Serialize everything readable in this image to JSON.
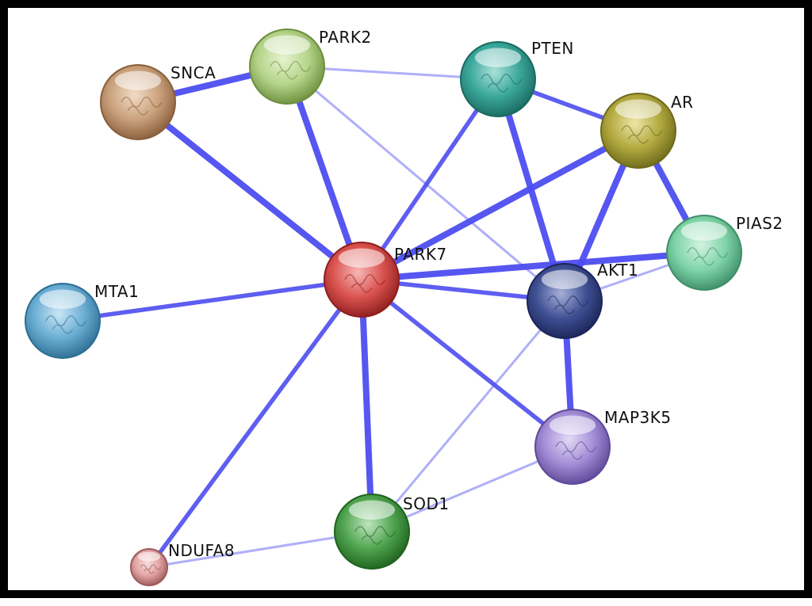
{
  "network": {
    "nodes": [
      {
        "id": "PARK7",
        "label": "PARK7",
        "color": "#d9534f",
        "light": "#f7b7b7",
        "dark": "#8f1e1e"
      },
      {
        "id": "SNCA",
        "label": "SNCA",
        "color": "#c9a17c",
        "light": "#f1dcc6",
        "dark": "#8a5f3b"
      },
      {
        "id": "PARK2",
        "label": "PARK2",
        "color": "#b5d48a",
        "light": "#e6f3cf",
        "dark": "#6d8f3d"
      },
      {
        "id": "PTEN",
        "label": "PTEN",
        "color": "#3aa79b",
        "light": "#a9e1da",
        "dark": "#1b6a61"
      },
      {
        "id": "AR",
        "label": "AR",
        "color": "#b3a93f",
        "light": "#ece6a7",
        "dark": "#6e6a1b"
      },
      {
        "id": "PIAS2",
        "label": "PIAS2",
        "color": "#7fd4a8",
        "light": "#d2f2e1",
        "dark": "#3f8f69"
      },
      {
        "id": "AKT1",
        "label": "AKT1",
        "color": "#3e4f92",
        "light": "#a7b1d9",
        "dark": "#1c2559"
      },
      {
        "id": "MTA1",
        "label": "MTA1",
        "color": "#6aaed4",
        "light": "#cbe6f5",
        "dark": "#2e6e93"
      },
      {
        "id": "MAP3K5",
        "label": "MAP3K5",
        "color": "#a38dd6",
        "light": "#e2d9f5",
        "dark": "#5e4899"
      },
      {
        "id": "SOD1",
        "label": "SOD1",
        "color": "#4fa34f",
        "light": "#bfe5bf",
        "dark": "#1f631f"
      },
      {
        "id": "NDUFA8",
        "label": "NDUFA8",
        "color": "#e3a3a3",
        "light": "#f7dede",
        "dark": "#9d5c5c"
      }
    ],
    "edges": [
      {
        "source": "PARK7",
        "target": "SNCA",
        "strength": "strong"
      },
      {
        "source": "PARK7",
        "target": "PARK2",
        "strength": "strong"
      },
      {
        "source": "PARK7",
        "target": "PTEN",
        "strength": "medium"
      },
      {
        "source": "PARK7",
        "target": "AR",
        "strength": "strong"
      },
      {
        "source": "PARK7",
        "target": "PIAS2",
        "strength": "strong"
      },
      {
        "source": "PARK7",
        "target": "AKT1",
        "strength": "medium"
      },
      {
        "source": "PARK7",
        "target": "MTA1",
        "strength": "medium"
      },
      {
        "source": "PARK7",
        "target": "MAP3K5",
        "strength": "medium"
      },
      {
        "source": "PARK7",
        "target": "SOD1",
        "strength": "strong"
      },
      {
        "source": "PARK7",
        "target": "NDUFA8",
        "strength": "medium"
      },
      {
        "source": "SNCA",
        "target": "PARK2",
        "strength": "strong"
      },
      {
        "source": "PARK2",
        "target": "PTEN",
        "strength": "weak"
      },
      {
        "source": "PARK2",
        "target": "AKT1",
        "strength": "weak"
      },
      {
        "source": "PTEN",
        "target": "AR",
        "strength": "medium"
      },
      {
        "source": "PTEN",
        "target": "AKT1",
        "strength": "strong"
      },
      {
        "source": "AR",
        "target": "AKT1",
        "strength": "strong"
      },
      {
        "source": "AR",
        "target": "PIAS2",
        "strength": "strong"
      },
      {
        "source": "AKT1",
        "target": "PIAS2",
        "strength": "weak"
      },
      {
        "source": "AKT1",
        "target": "MAP3K5",
        "strength": "strong"
      },
      {
        "source": "AKT1",
        "target": "SOD1",
        "strength": "weak"
      },
      {
        "source": "MAP3K5",
        "target": "SOD1",
        "strength": "weak"
      },
      {
        "source": "SOD1",
        "target": "NDUFA8",
        "strength": "weak"
      }
    ],
    "edge_color": "#4d4df0"
  }
}
